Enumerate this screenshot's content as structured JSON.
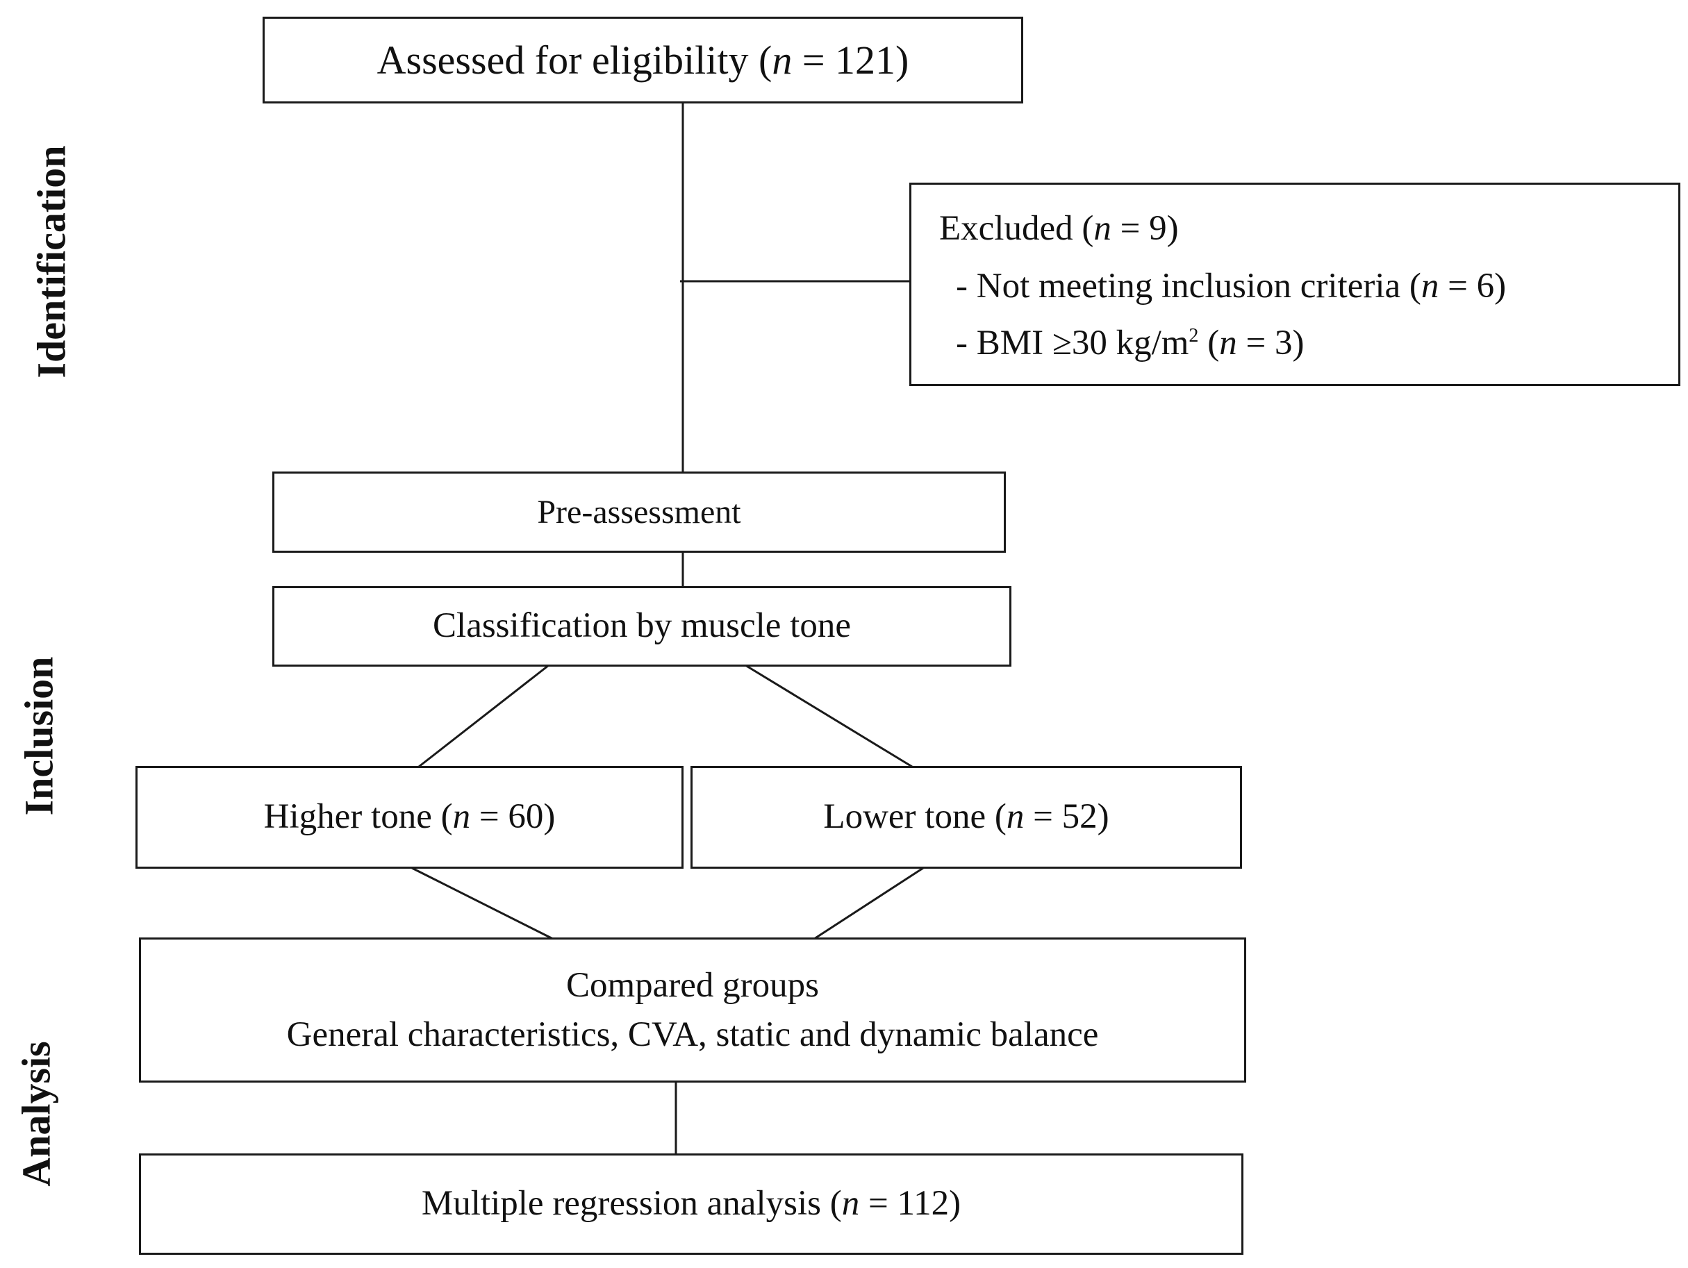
{
  "stages": {
    "identification": "Identification",
    "inclusion": "Inclusion",
    "analysis": "Analysis"
  },
  "assessed": {
    "label": "Assessed for eligibility (",
    "n_var": "n",
    "n_value": " = 121)"
  },
  "excluded": {
    "label": "Excluded (",
    "n_var": "n",
    "n_value": " = 9)",
    "reasons": [
      {
        "label": "- Not meeting inclusion criteria (",
        "n_var": "n",
        "n_value": " = 6)"
      },
      {
        "label": "- BMI ≥30 kg/m",
        "superscript": "2",
        "label_after": " (",
        "n_var": "n",
        "n_value": " = 3)"
      }
    ]
  },
  "pre_assessment": "Pre-assessment",
  "classification": "Classification by muscle tone",
  "groups": [
    {
      "label": "Higher tone (",
      "n_var": "n",
      "n_value": " = 60)"
    },
    {
      "label": "Lower tone (",
      "n_var": "n",
      "n_value": " = 52)"
    }
  ],
  "compared": {
    "line1": "Compared groups",
    "line2": "General characteristics, CVA, static and dynamic balance"
  },
  "regression": {
    "label": "Multiple regression analysis (",
    "n_var": "n",
    "n_value": " = 112)"
  },
  "colors": {
    "stroke": "#1a1a1a",
    "text": "#111111",
    "background": "#ffffff"
  }
}
